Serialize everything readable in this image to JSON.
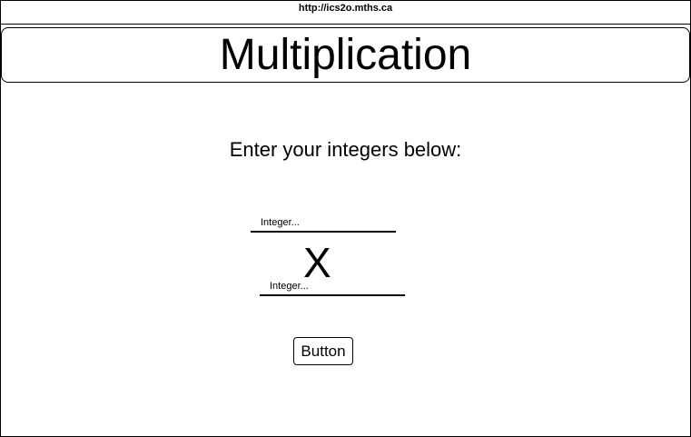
{
  "browser": {
    "url": "http://ics2o.mths.ca"
  },
  "header": {
    "title": "Multiplication"
  },
  "main": {
    "instruction": "Enter your integers below:",
    "first_integer": {
      "placeholder": "Integer...",
      "value": ""
    },
    "operator": "X",
    "second_integer": {
      "placeholder": "Integer...",
      "value": ""
    },
    "button_label": "Button"
  }
}
